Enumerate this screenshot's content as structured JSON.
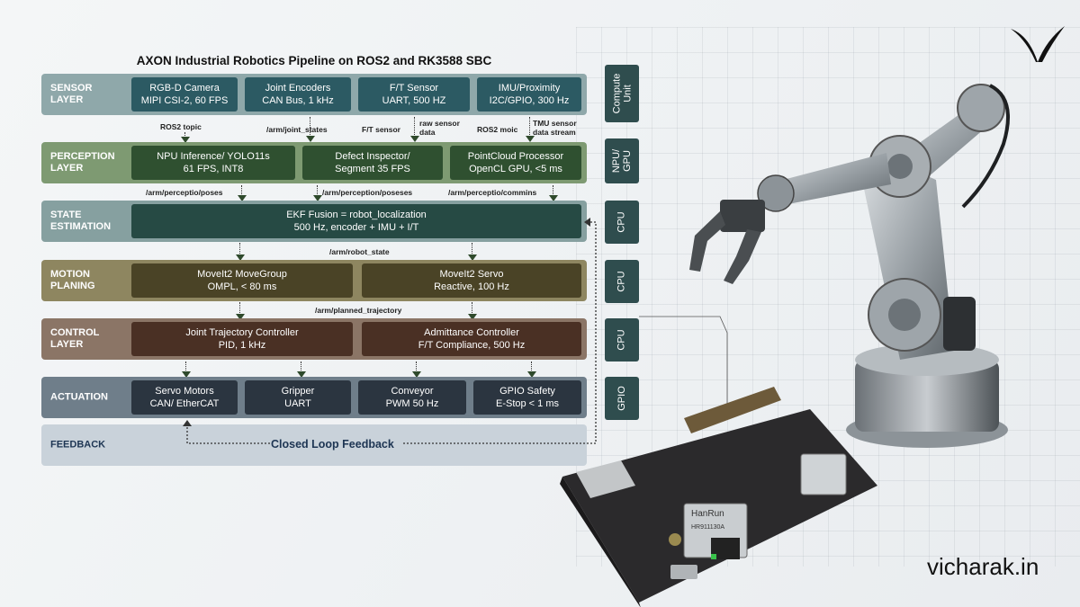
{
  "title": "AXON Industrial Robotics Pipeline on ROS2 and RK3588 SBC",
  "layers": {
    "sensor": {
      "label": "SENSOR\nLAYER",
      "boxes": [
        {
          "line1": "RGB-D Camera",
          "line2": "MIPI CSI-2, 60 FPS"
        },
        {
          "line1": "Joint Encoders",
          "line2": "CAN Bus, 1 kHz"
        },
        {
          "line1": "F/T Sensor",
          "line2": "UART, 500 HZ"
        },
        {
          "line1": "IMU/Proximity",
          "line2": "I2C/GPIO, 300 Hz"
        }
      ],
      "side": "Compute\nUnit"
    },
    "perception": {
      "label": "PERCEPTION\nLAYER",
      "boxes": [
        {
          "line1": "NPU Inference/ YOLO11s",
          "line2": "61 FPS, INT8"
        },
        {
          "line1": "Defect Inspector/",
          "line2": "Segment 35 FPS"
        },
        {
          "line1": "PointCloud Processor",
          "line2": "OpenCL GPU, <5 ms"
        }
      ],
      "side": "NPU/\nGPU"
    },
    "state": {
      "label": "STATE\nESTIMATION",
      "boxes": [
        {
          "line1": "EKF Fusion = robot_localization",
          "line2": "500 Hz, encoder + IMU + I/T"
        }
      ],
      "side": "CPU"
    },
    "motion": {
      "label": "MOTION\nPLANING",
      "boxes": [
        {
          "line1": "MoveIt2 MoveGroup",
          "line2": "OMPL, < 80 ms"
        },
        {
          "line1": "MoveIt2 Servo",
          "line2": "Reactive, 100 Hz"
        }
      ],
      "side": "CPU"
    },
    "control": {
      "label": "CONTROL\nLAYER",
      "boxes": [
        {
          "line1": "Joint Trajectory Controller",
          "line2": "PID, 1 kHz"
        },
        {
          "line1": "Admittance Controller",
          "line2": "F/T Compliance, 500 Hz"
        }
      ],
      "side": "CPU"
    },
    "actuation": {
      "label": "ACTUATION",
      "boxes": [
        {
          "line1": "Servo Motors",
          "line2": "CAN/ EtherCAT"
        },
        {
          "line1": "Gripper",
          "line2": "UART"
        },
        {
          "line1": "Conveyor",
          "line2": "PWM 50 Hz"
        },
        {
          "line1": "GPIO Safety",
          "line2": "E-Stop < 1 ms"
        }
      ],
      "side": "GPIO"
    },
    "feedback": {
      "label": "FEEDBACK",
      "loop": "Closed Loop Feedback"
    }
  },
  "connectors": {
    "sensor_to_perception": [
      "ROS2 topic",
      "/arm/joint_states",
      "F/T sensor",
      "raw sensor\ndata",
      "ROS2 moic",
      "TMU sensor\ndata stream"
    ],
    "perception_to_state": [
      "/arm/perceptio/poses",
      "/arm/perception/poseses",
      "/arm/perceptio/commins"
    ],
    "state_to_motion": "/arm/robot_state",
    "motion_to_control": "/arm/planned_trajectory"
  },
  "hardware": {
    "board_label": "HanRun",
    "board_part": "HR911130A"
  },
  "watermark": "vicharak.in",
  "colors": {
    "sensor_bg": "#8fa8aa",
    "sensor_box": "#2c5a63",
    "perception_bg": "#7e9a72",
    "perception_box": "#2f5030",
    "state_bg": "#86a0a0",
    "state_box": "#264a44",
    "motion_bg": "#8e8660",
    "motion_box": "#4a4326",
    "control_bg": "#8b7566",
    "control_box": "#4a3024",
    "actuation_bg": "#6f7e8a",
    "actuation_box": "#2b3540",
    "feedback_bg": "#c9d2da",
    "side_box": "#2f4d4e"
  }
}
